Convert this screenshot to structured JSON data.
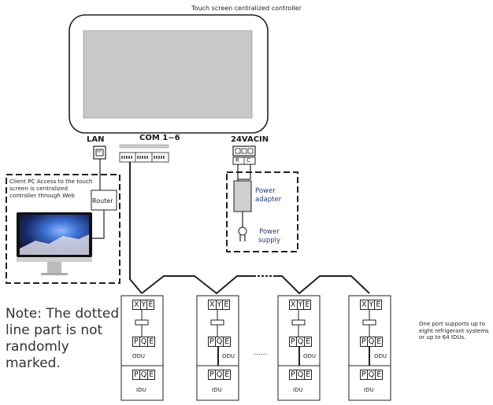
{
  "title": "Touch screen centralized controller",
  "ports": {
    "lan": "LAN",
    "com": "COM 1~6",
    "ac": "24VACIN",
    "r": "R",
    "c": "C"
  },
  "client_pc": {
    "text": "Client PC Access to the touch screen is centralized controller through Web"
  },
  "router": "Router",
  "power_adapter": "Power adapter",
  "power_supply": "Power supply",
  "note": "Note: The dotted line part is not randomly marked.",
  "port_note": "One port supports up to eight refrigerant systems or up to 64 IDUs.",
  "units": {
    "odu_label": "ODU",
    "idu_label": "IDU",
    "xye": [
      "X",
      "Y",
      "E"
    ],
    "pqe": [
      "P",
      "Q",
      "E"
    ],
    "ellipsis": "......"
  }
}
